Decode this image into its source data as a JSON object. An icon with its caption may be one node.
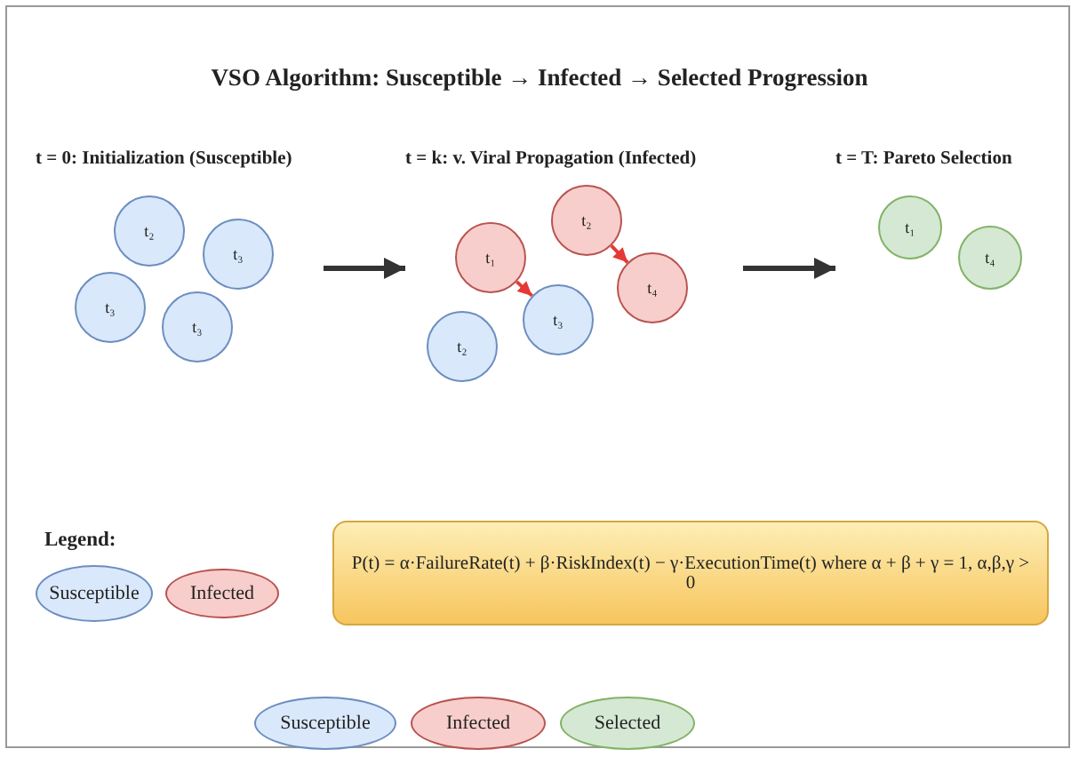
{
  "diagram": {
    "title": "VSO Algorithm: Susceptible → Infected → Selected Progression",
    "nodes": [
      {
        "text": [
          "t = 0: Initialization (Susceptible)"
        ]
      },
      {
        "text": [
          "t₂"
        ],
        "in": 0
      },
      {
        "text": [
          "t₃"
        ],
        "in": 0
      },
      {
        "text": [
          "t₃"
        ],
        "in": 0
      },
      {
        "text": [
          "t₃"
        ],
        "in": 0
      },
      {
        "text": [
          "t = k: v. Viral Propagation (Infected)"
        ]
      },
      {
        "text": [
          "t₁"
        ],
        "in": 5
      },
      {
        "text": [
          "t₂"
        ],
        "in": 5
      },
      {
        "text": [
          "t₃"
        ],
        "in": 5
      },
      {
        "text": [
          "t₄"
        ],
        "in": 5
      },
      {
        "text": [
          "t₂"
        ],
        "in": 5
      },
      {
        "text": [
          "t = T: Pareto Selection"
        ]
      },
      {
        "text": [
          "t₁"
        ],
        "in": 11
      },
      {
        "text": [
          "t₄"
        ],
        "in": 11
      },
      {
        "text": [
          "P(t) = α·FailureRate(t) + β·RiskIndex(t) − γ·ExecutionTime(t) where α + β + γ = 1, α,β,γ > 0"
        ]
      }
    ],
    "edges": [
      {
        "from": 0,
        "to": 5,
        "arrow": "to"
      },
      {
        "from": 5,
        "to": 11,
        "arrow": "to"
      },
      {
        "from": 6,
        "to": 8,
        "arrow": "to",
        "color": "#e53935"
      },
      {
        "from": 7,
        "to": 9,
        "arrow": "to",
        "color": "#e53935"
      }
    ],
    "labels": [
      "Legend:"
    ],
    "legend": [
      {
        "text": "Susceptible",
        "color": "#dae8fc"
      },
      {
        "text": "Infected",
        "color": "#f8cecc"
      },
      {
        "text": "Susceptible",
        "color": "#dae8fc"
      },
      {
        "text": "Infected",
        "color": "#f8cecc"
      },
      {
        "text": "Selected",
        "color": "#d5e8d4"
      }
    ]
  }
}
